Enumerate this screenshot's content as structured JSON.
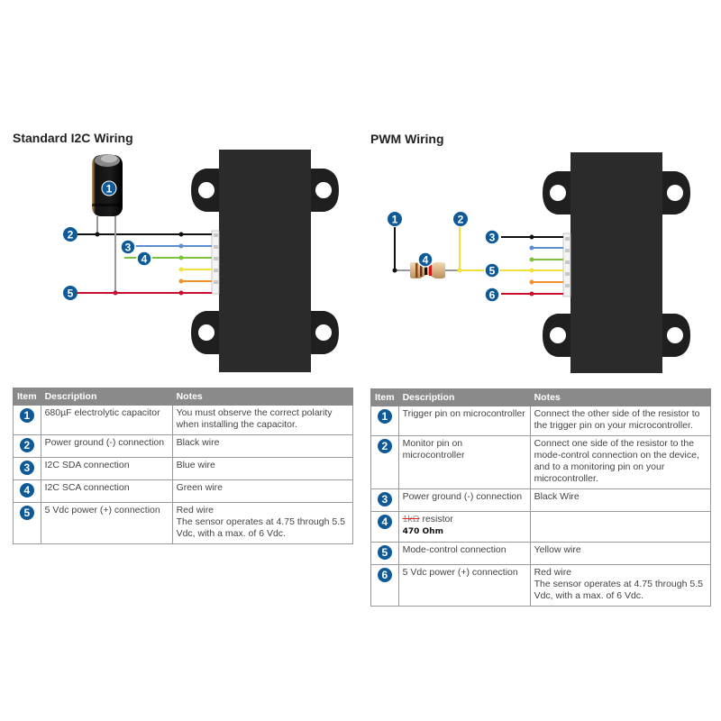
{
  "i2c": {
    "title": "Standard I2C Wiring",
    "callouts": [
      "1",
      "2",
      "3",
      "4",
      "5"
    ],
    "table": {
      "headers": [
        "Item",
        "Description",
        "Notes"
      ],
      "rows": [
        {
          "item": "1",
          "description": "680µF electrolytic capacitor",
          "notes": "You must observe the correct polarity when installing the capacitor.",
          "notes2": ""
        },
        {
          "item": "2",
          "description": "Power ground (-) connection",
          "notes": "Black wire",
          "notes2": ""
        },
        {
          "item": "3",
          "description": "I2C SDA connection",
          "notes": "Blue wire",
          "notes2": ""
        },
        {
          "item": "4",
          "description": "I2C SCA connection",
          "notes": "Green wire",
          "notes2": ""
        },
        {
          "item": "5",
          "description": "5 Vdc power (+) connection",
          "notes": "Red wire",
          "notes2": "The sensor operates at 4.75 through 5.5 Vdc, with a max. of 6 Vdc."
        }
      ]
    }
  },
  "pwm": {
    "title": "PWM Wiring",
    "callouts": [
      "1",
      "2",
      "3",
      "4",
      "5",
      "6"
    ],
    "table": {
      "headers": [
        "Item",
        "Description",
        "Notes"
      ],
      "rows": [
        {
          "item": "1",
          "description": "Trigger pin on microcontroller",
          "notes": "Connect the other side of the resistor to the trigger pin on your microcontroller.",
          "notes2": ""
        },
        {
          "item": "2",
          "description": "Monitor pin on microcontroller",
          "notes": "Connect one side of the resistor to the mode-control connection on the device, and to a monitoring pin on your microcontroller.",
          "notes2": ""
        },
        {
          "item": "3",
          "description": "Power ground (-) connection",
          "notes": "Black Wire",
          "notes2": ""
        },
        {
          "item": "4",
          "description_struck": "1kΩ",
          "description": " resistor",
          "description_added": "470 Ohm",
          "notes": "",
          "notes2": ""
        },
        {
          "item": "5",
          "description": "Mode-control connection",
          "notes": "Yellow wire",
          "notes2": ""
        },
        {
          "item": "6",
          "description": "5 Vdc power (+) connection",
          "notes": "Red wire",
          "notes2": "The sensor operates at 4.75 through 5.5 Vdc, with a max. of 6 Vdc."
        }
      ]
    }
  },
  "colors": {
    "badge": "#0e5a99",
    "wire_black": "#111111",
    "wire_blue": "#5b8fd0",
    "wire_green": "#7cc23e",
    "wire_yellow": "#f0e040",
    "wire_orange": "#f09030",
    "wire_red": "#c8102e",
    "sensor_body": "#2b2b2b"
  }
}
